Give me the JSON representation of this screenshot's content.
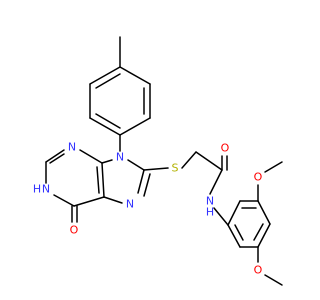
{
  "colors": {
    "bond": "#000000",
    "nitrogen": "#3333ff",
    "oxygen": "#ff0000",
    "sulfur": "#b2b200",
    "carbon": "#000000",
    "background": "#ffffff"
  },
  "atoms": {
    "N3": "N",
    "N9": "N",
    "N7": "N",
    "N1": "N",
    "H1": "H",
    "O6": "O",
    "S": "S",
    "O_carbonyl": "O",
    "N_amide": "N",
    "H_amide": "H",
    "O_methoxy_top": "O",
    "O_methoxy_bottom": "O"
  }
}
